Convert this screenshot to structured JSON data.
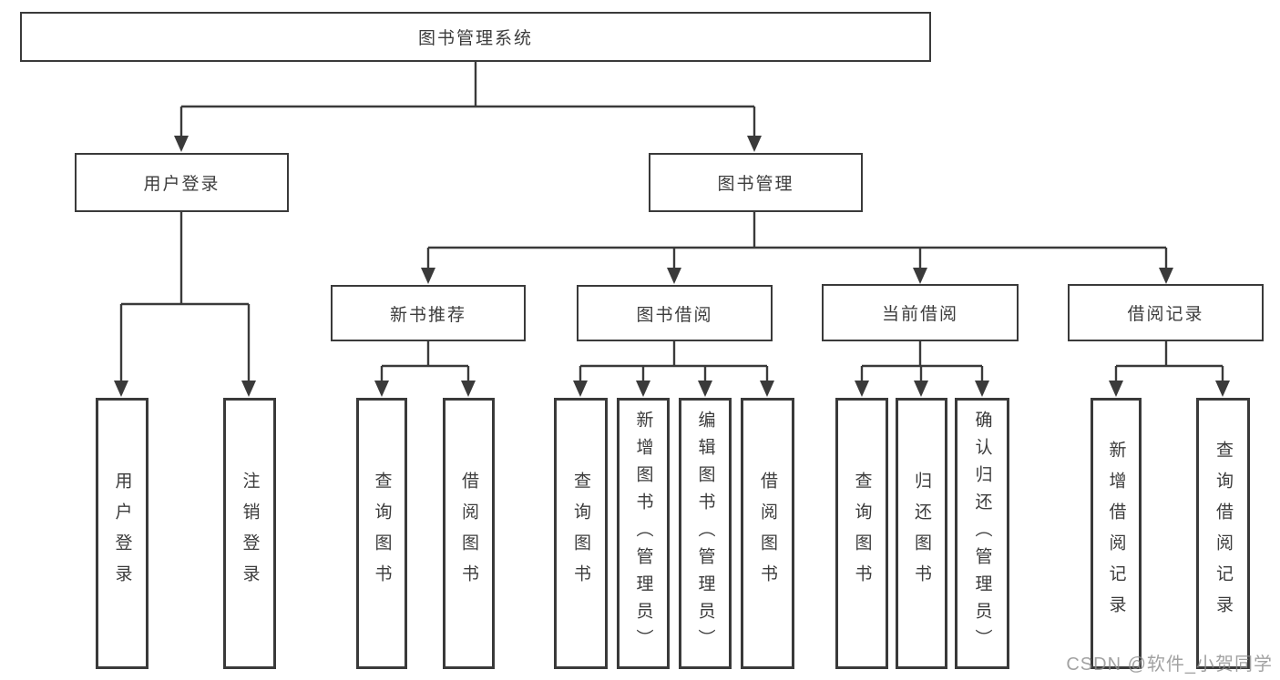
{
  "tree": {
    "label": "图书管理系统",
    "children": [
      {
        "label": "用户登录",
        "children": [
          {
            "label": "用户登录"
          },
          {
            "label": "注销登录"
          }
        ]
      },
      {
        "label": "图书管理",
        "children": [
          {
            "label": "新书推荐",
            "children": [
              {
                "label": "查询图书"
              },
              {
                "label": "借阅图书"
              }
            ]
          },
          {
            "label": "图书借阅",
            "children": [
              {
                "label": "查询图书"
              },
              {
                "label": "新增图书（管理员）"
              },
              {
                "label": "编辑图书（管理员）"
              },
              {
                "label": "借阅图书"
              }
            ]
          },
          {
            "label": "当前借阅",
            "children": [
              {
                "label": "查询图书"
              },
              {
                "label": "归还图书"
              },
              {
                "label": "确认归还（管理员）"
              }
            ]
          },
          {
            "label": "借阅记录",
            "children": [
              {
                "label": "新增借阅记录"
              },
              {
                "label": "查询借阅记录"
              }
            ]
          }
        ]
      }
    ]
  },
  "watermark": {
    "text": "CSDN @软件_小贺同学"
  },
  "colors": {
    "line": "#3a3a3a",
    "box_border": "#3a3a3a",
    "text": "#3c3c3c",
    "watermark": "#8b8b8b",
    "background": "#ffffff"
  }
}
